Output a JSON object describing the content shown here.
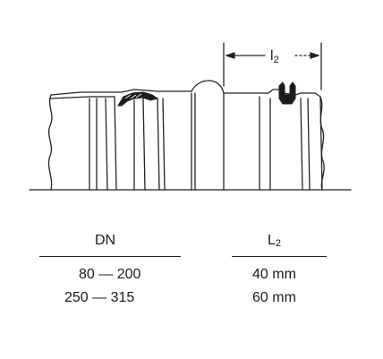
{
  "drawing": {
    "dimension_label_main": "l",
    "dimension_label_sub": "2"
  },
  "table": {
    "header_dn": "DN",
    "header_l_main": "L",
    "header_l_sub": "2",
    "rows": [
      {
        "dn": "80 — 200",
        "l2": "40 mm"
      },
      {
        "dn": "250 — 315",
        "l2": "60 mm"
      }
    ]
  }
}
